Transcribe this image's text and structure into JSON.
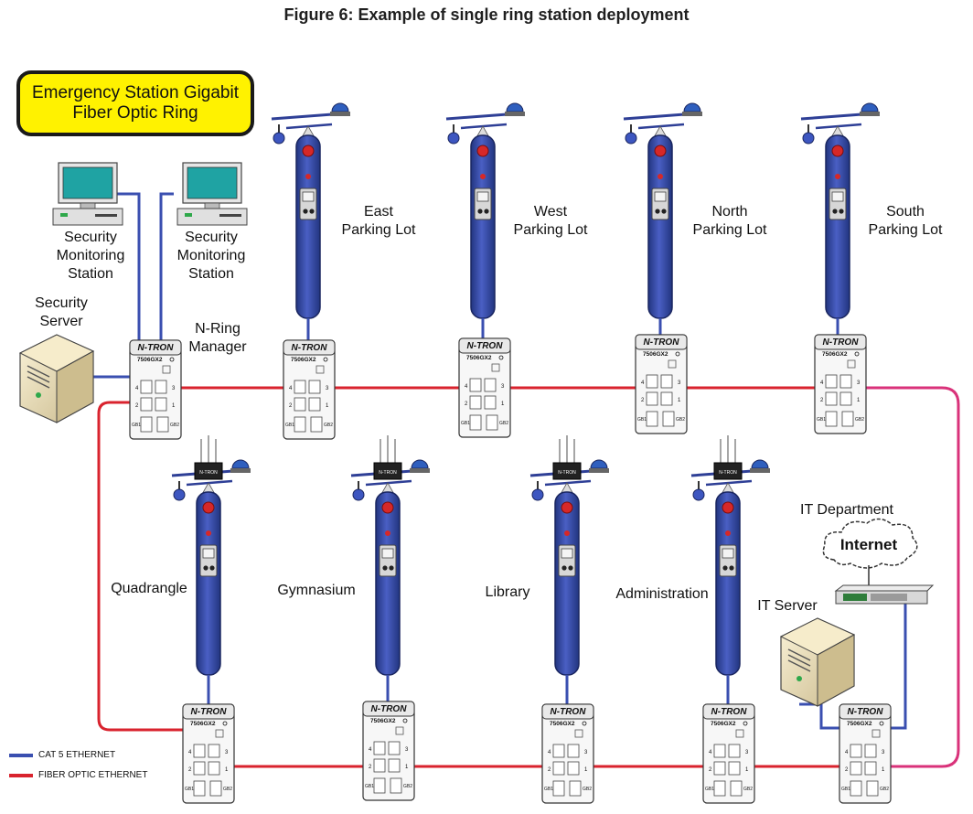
{
  "title": "Figure 6: Example of single ring station deployment",
  "callout": {
    "line1": "Emergency Station Gigabit",
    "line2": "Fiber Optic Ring"
  },
  "labels": {
    "station_a": [
      "Security",
      "Monitoring",
      "Station"
    ],
    "station_b": [
      "Security",
      "Monitoring",
      "Station"
    ],
    "security_server": [
      "Security",
      "Server"
    ],
    "nring_manager": [
      "N-Ring",
      "Manager"
    ],
    "east": [
      "East",
      "Parking Lot"
    ],
    "west": [
      "West",
      "Parking Lot"
    ],
    "north": [
      "North",
      "Parking Lot"
    ],
    "south": [
      "South",
      "Parking Lot"
    ],
    "quadrangle": "Quadrangle",
    "gymnasium": "Gymnasium",
    "library": "Library",
    "administration": "Administration",
    "it_department": "IT Department",
    "internet": "Internet",
    "it_server": "IT Server"
  },
  "switch": {
    "brand": "N-TRON",
    "model": "7506GX2"
  },
  "legend": {
    "cat5": "CAT 5 ETHERNET",
    "fiber": "FIBER OPTIC ETHERNET"
  },
  "colors": {
    "cat5": "#3a4fb0",
    "fiber": "#d9232e",
    "pole": "#3346a6",
    "callout": "#fff200"
  }
}
